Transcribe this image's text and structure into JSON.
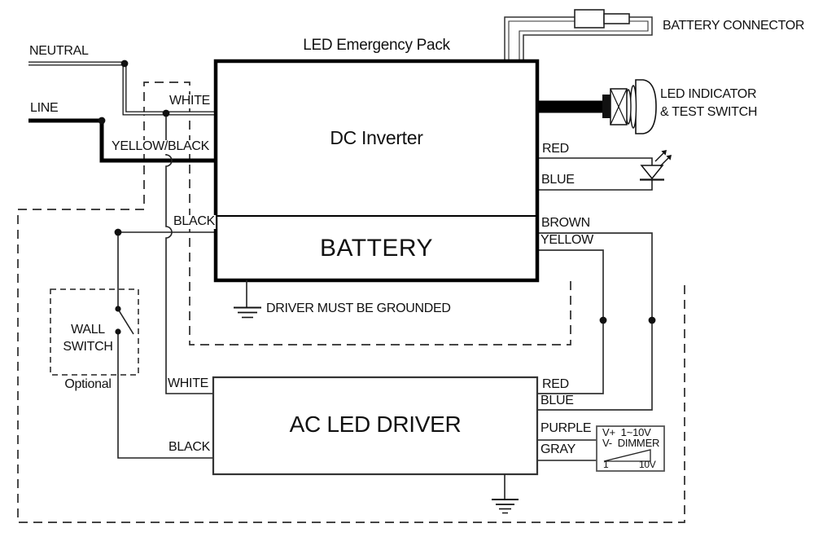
{
  "title": "LED Emergency Pack",
  "boxes": {
    "inverter": "DC Inverter",
    "battery": "BATTERY",
    "driver": "AC LED DRIVER"
  },
  "supply": {
    "neutral": "NEUTRAL",
    "line": "LINE"
  },
  "wires": {
    "inverter_white": "WHITE",
    "inverter_yellow_black": "YELLOW/BLACK",
    "inverter_black": "BLACK",
    "inverter_red": "RED",
    "inverter_blue": "BLUE",
    "battery_brown": "BROWN",
    "battery_yellow": "YELLOW",
    "driver_white": "WHITE",
    "driver_black": "BLACK",
    "driver_red": "RED",
    "driver_blue": "BLUE",
    "driver_purple": "PURPLE",
    "driver_gray": "GRAY"
  },
  "callouts": {
    "battery_connector": "BATTERY CONNECTOR",
    "indicator_line1": "LED INDICATOR",
    "indicator_line2": "& TEST SWITCH",
    "ground_note": "DRIVER MUST BE GROUNDED"
  },
  "wall_switch": {
    "line1": "WALL",
    "line2": "SWITCH",
    "note": "Optional"
  },
  "dimmer": {
    "row1": "V+  1~10V",
    "row2": "V-  DIMMER",
    "min": "1",
    "max": "10V"
  },
  "colors": {
    "ink": "#111111",
    "background": "#ffffff"
  }
}
